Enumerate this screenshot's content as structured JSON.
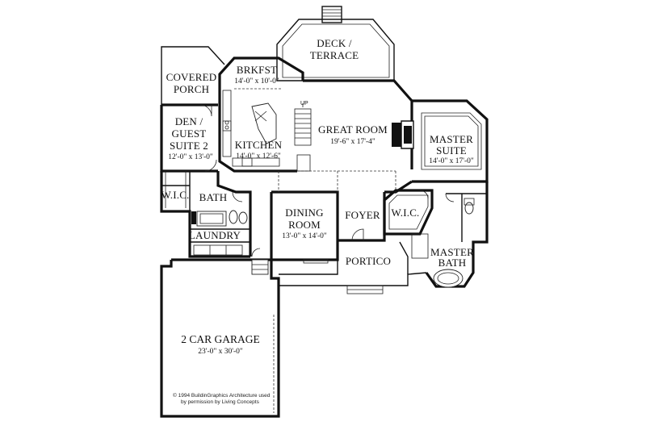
{
  "rooms": {
    "deck": {
      "line1": "DECK /",
      "line2": "TERRACE"
    },
    "brkfst": {
      "name": "BRKFST",
      "dims": "14'-0\" x 10'-0\""
    },
    "covered_porch": {
      "line1": "COVERED",
      "line2": "PORCH"
    },
    "den": {
      "line1": "DEN /",
      "line2": "GUEST",
      "line3": "SUITE 2",
      "dims": "12'-0\" x 13'-0\""
    },
    "kitchen": {
      "name": "KITCHEN",
      "dims": "14'-0\" x 12'-6\""
    },
    "great_room": {
      "name": "GREAT ROOM",
      "dims": "19'-6\" x 17'-4\""
    },
    "master_suite": {
      "line1": "MASTER",
      "line2": "SUITE",
      "dims": "14'-0\" x 17'-0\""
    },
    "wic_left": {
      "name": "W.I.C."
    },
    "bath": {
      "name": "BATH"
    },
    "laundry": {
      "name": "LAUNDRY"
    },
    "dining": {
      "line1": "DINING",
      "line2": "ROOM",
      "dims": "13'-0\" x 14'-0\""
    },
    "foyer": {
      "name": "FOYER"
    },
    "wic_right": {
      "name": "W.I.C."
    },
    "master_bath": {
      "line1": "MASTER",
      "line2": "BATH"
    },
    "portico": {
      "name": "PORTICO"
    },
    "garage": {
      "name": "2 CAR GARAGE",
      "dims": "23'-0\" x 30'-0\""
    }
  },
  "stairs_label": "UP",
  "copyright": {
    "line1": "© 1994 BuildinGraphics Architecture used",
    "line2": "by permission by Living Concepts"
  }
}
